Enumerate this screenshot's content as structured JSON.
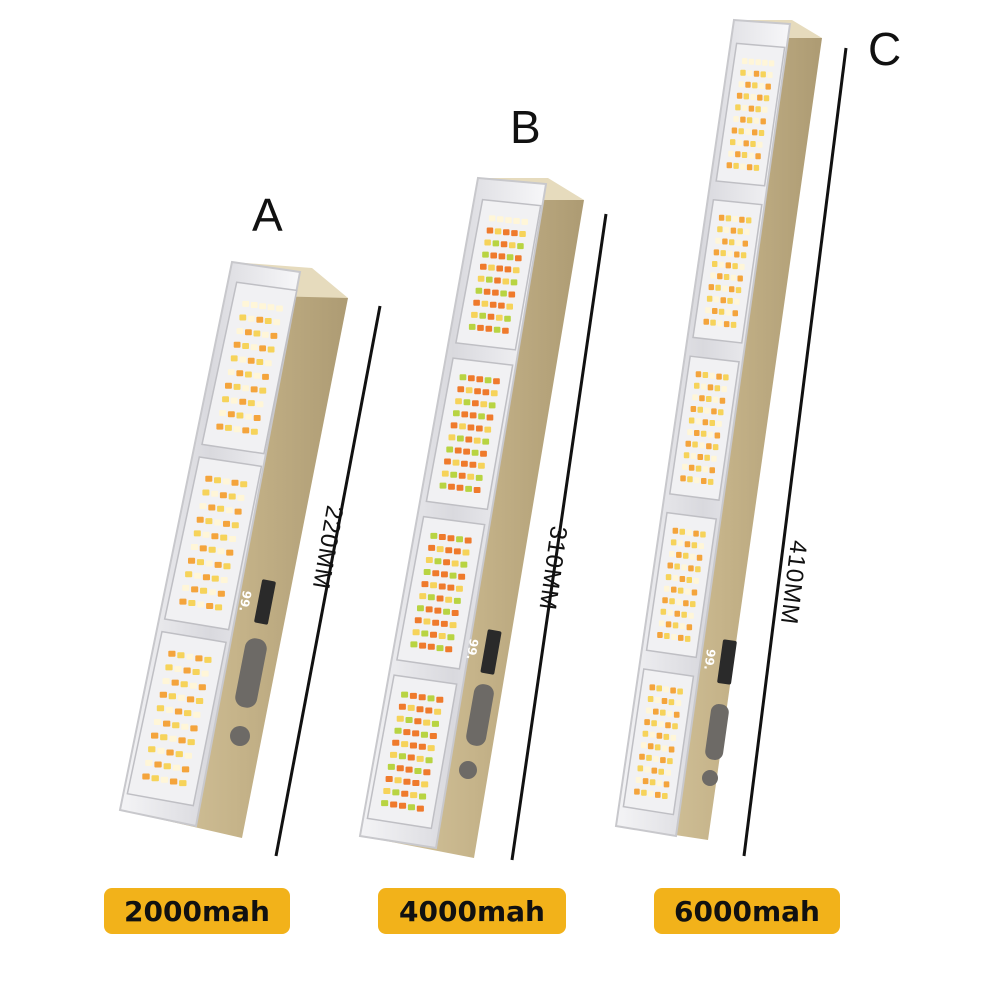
{
  "products": [
    {
      "id": "A",
      "letter": "A",
      "length_label": "220MM",
      "capacity_label": "2000mah",
      "battery_readout": "99.",
      "panels": 3
    },
    {
      "id": "B",
      "letter": "B",
      "length_label": "310MM",
      "capacity_label": "4000mah",
      "battery_readout": "99.",
      "panels": 4
    },
    {
      "id": "C",
      "letter": "C",
      "length_label": "410MM",
      "capacity_label": "6000mah",
      "battery_readout": "99.",
      "panels": 5
    }
  ],
  "colors": {
    "badge": "#f2b21a",
    "body": "#c9b88f",
    "body_shadow": "#b09e76",
    "frame": "#e8e8ea",
    "led_warm": "#f4a43c",
    "led_yellow": "#f6d35a",
    "led_cool": "#fff6d8",
    "led_green": "#b8d442",
    "led_orange": "#ef7a2c"
  }
}
